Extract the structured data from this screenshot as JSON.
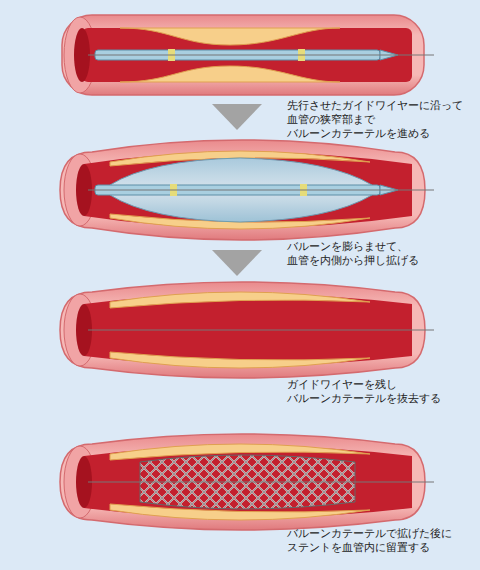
{
  "diagram": {
    "labels": [
      "先行させたガイドワイヤーに沿って 血管の狭窄部まで バルーンカテーテルを進める",
      "バルーンを膨らませて、 血管を内側から押し拡げる",
      "ガイドワイヤーを残し バルーンカテーテルを抜去する",
      "バルーンカテーテルで拡げた後に ステントを血管内に留置する"
    ]
  }
}
